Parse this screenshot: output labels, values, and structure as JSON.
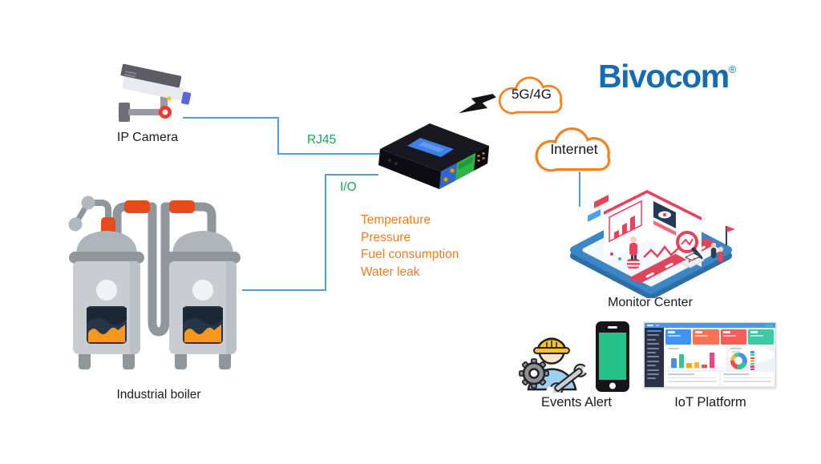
{
  "logo": {
    "text": "Bivocom",
    "mark": "®",
    "color": "#156CB2"
  },
  "labels": {
    "ip_camera": "IP Camera",
    "industrial_boiler": "Industrial boiler",
    "monitor_center": "Monitor Center",
    "events_alert": "Events Alert",
    "iot_platform": "IoT Platform"
  },
  "connections": {
    "rj45": "RJ45",
    "io": "I/O"
  },
  "clouds": {
    "cellular": "5G/4G",
    "internet": "Internet"
  },
  "io_signals": [
    "Temperature",
    "Pressure",
    "Fuel consumption",
    "Water leak"
  ],
  "colors": {
    "connection_line": "#4FA0D8",
    "label_green": "#1CA65C",
    "label_orange": "#F47B20",
    "cloud_outline": "#F58220",
    "logo_blue": "#156CB2",
    "text": "#1B1B1B"
  },
  "iot_dashboard": {
    "sidebar_lines": 12,
    "card_colors": [
      "#3D95F5",
      "#FF7052",
      "#F95A5A",
      "#3CCBA4"
    ],
    "bar_series": [
      {
        "c": "#4A90E2",
        "h": 12
      },
      {
        "c": "#33C58F",
        "h": 17
      },
      {
        "c": "#F5A623",
        "h": 6
      },
      {
        "c": "#F7B731",
        "h": 7
      },
      {
        "c": "#EF4B4B",
        "h": 4
      },
      {
        "c": "#F0447E",
        "h": 19
      }
    ],
    "donut_segments": [
      {
        "c": "#4A90E2",
        "p": 30
      },
      {
        "c": "#33C58F",
        "p": 24
      },
      {
        "c": "#EF4B4B",
        "p": 22
      },
      {
        "c": "#F7B731",
        "p": 14
      },
      {
        "c": "#3CCBA4",
        "p": 10
      }
    ],
    "legend_colors": [
      "#4A90E2",
      "#33C58F",
      "#EF4B4B",
      "#F7B731",
      "#3CCBA4",
      "#F0447E",
      "#9B59D0"
    ]
  }
}
